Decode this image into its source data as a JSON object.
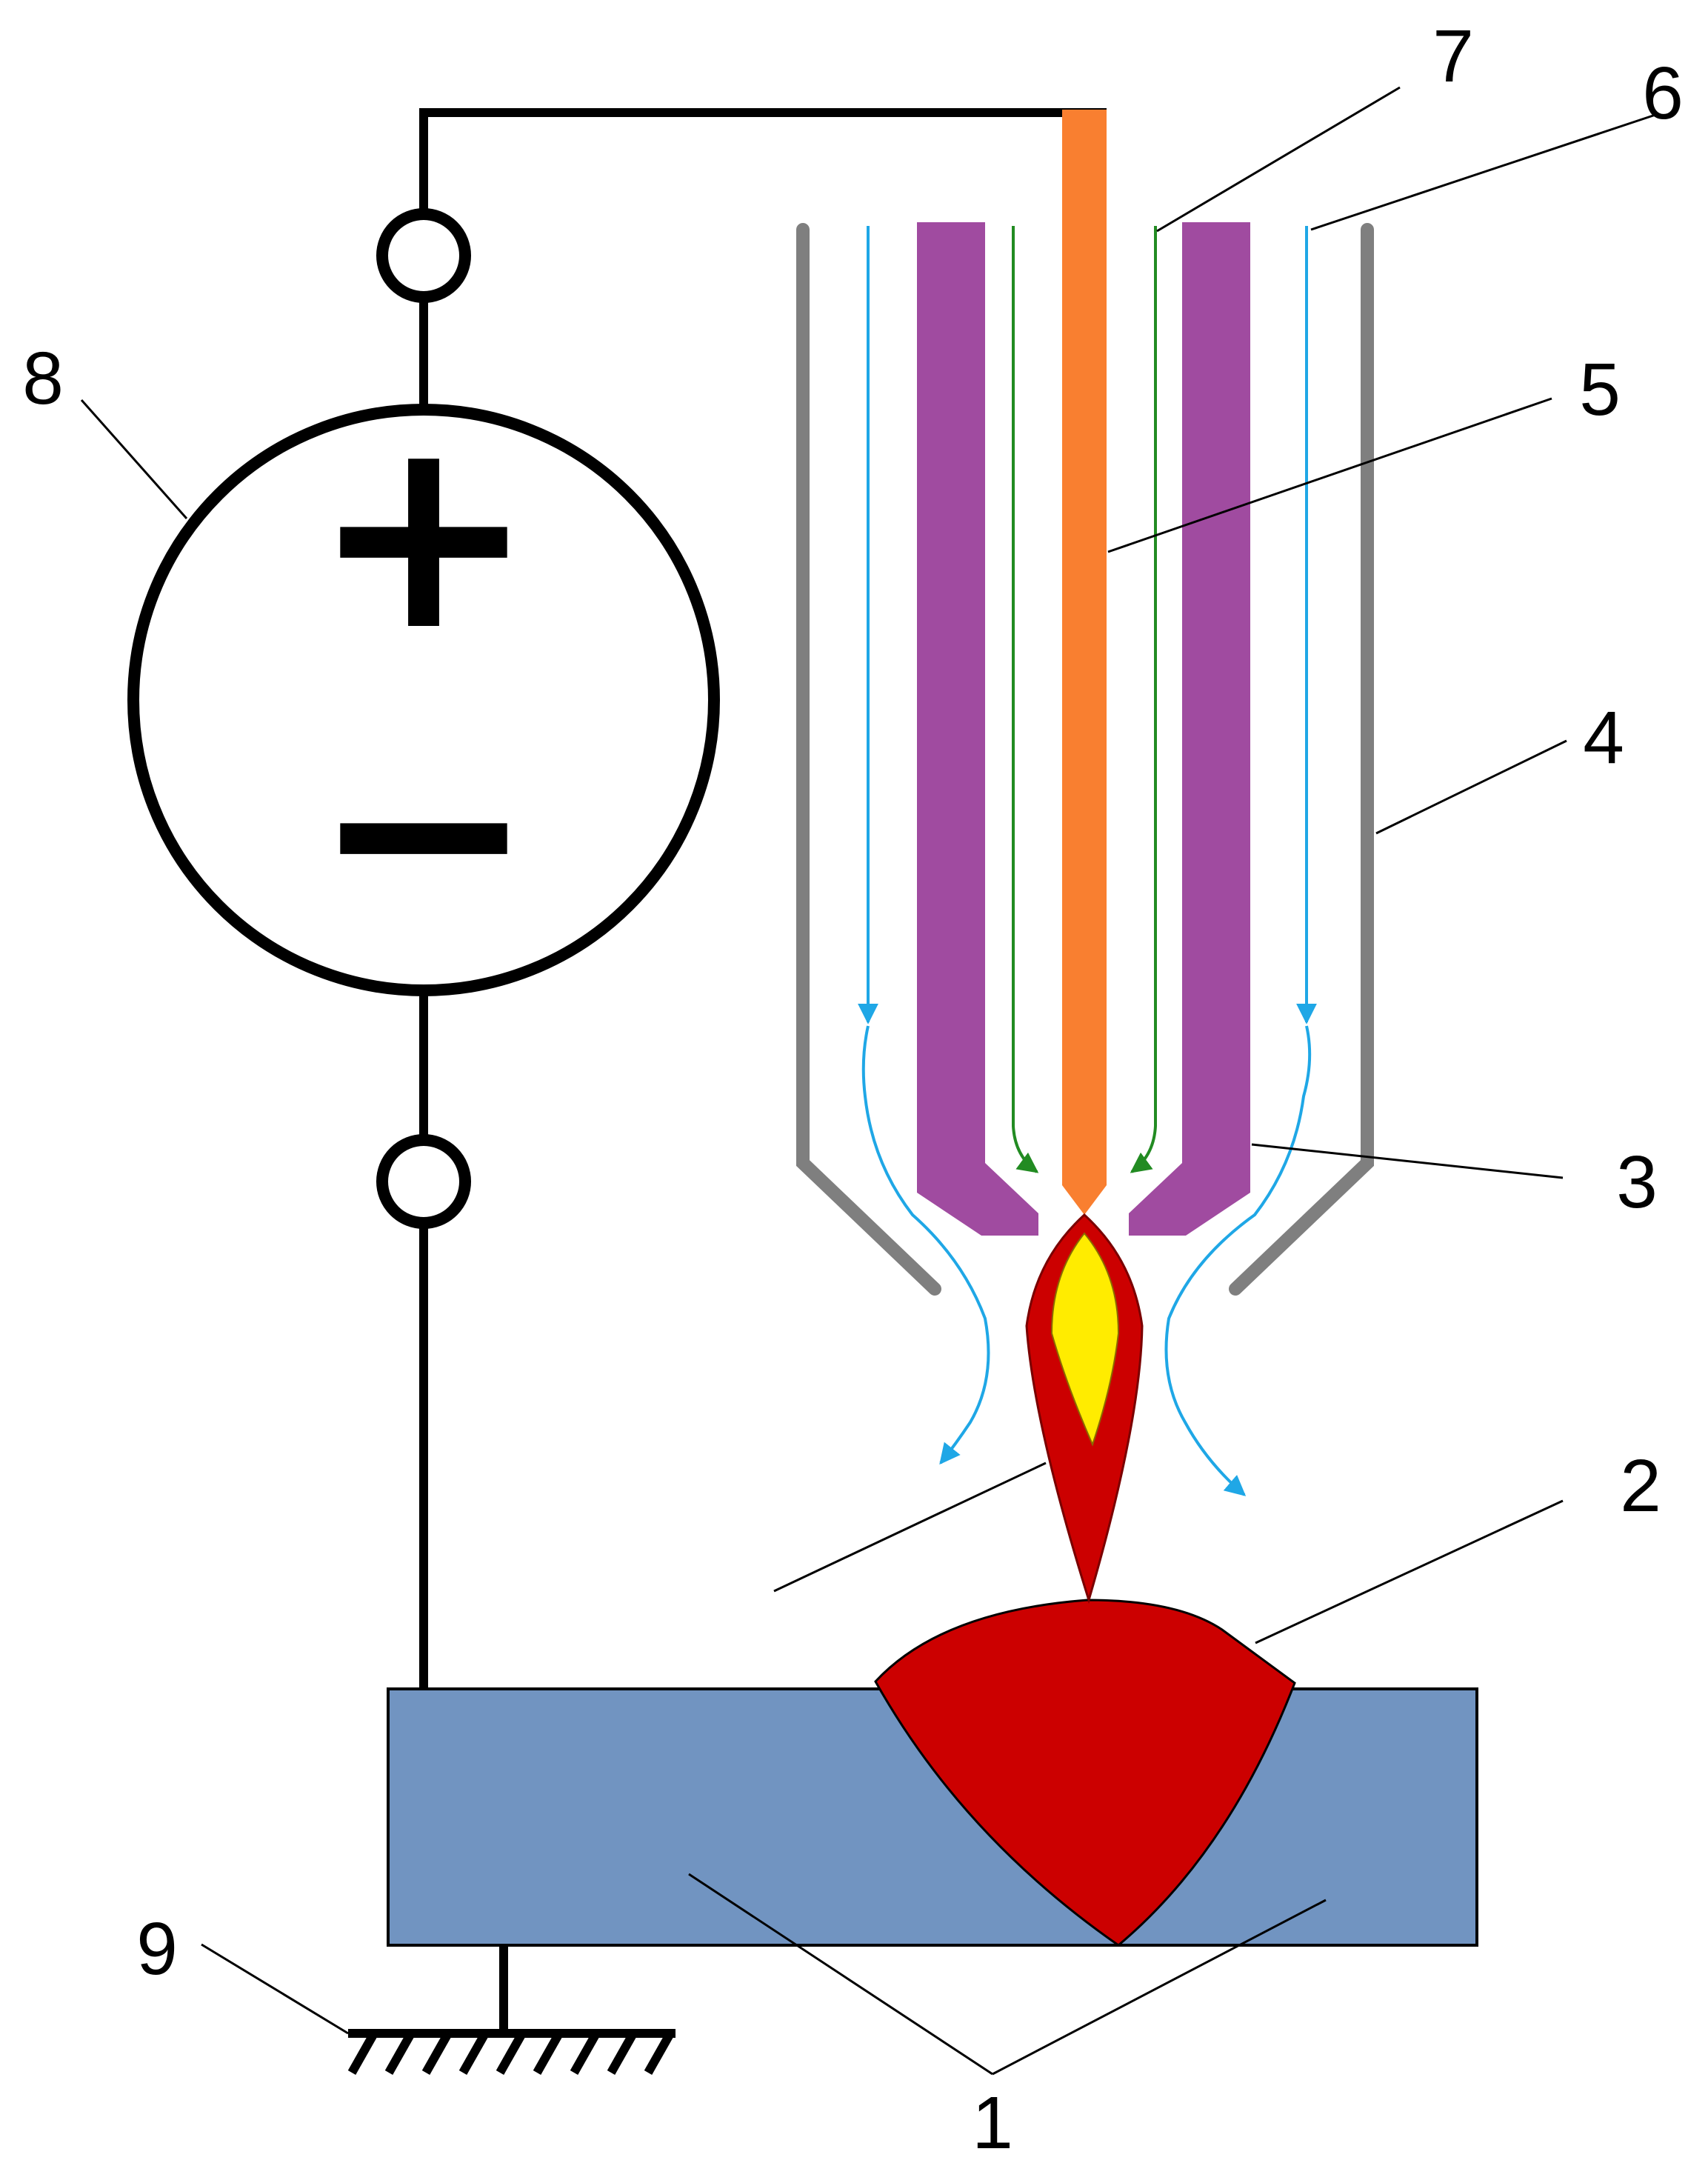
{
  "diagram": {
    "labels": {
      "base_metal": "1",
      "weld_pool": "2",
      "inner_nozzle": "3",
      "outer_nozzle": "4",
      "electrode": "5",
      "outer_gas_flow": "6",
      "inner_gas_flow": "7",
      "power_source": "8",
      "ground": "9"
    },
    "power_source_symbols": {
      "positive": "+",
      "negative": "−"
    },
    "colors": {
      "electrode": "#F97F30",
      "inner_nozzle": "#A04BA0",
      "outer_nozzle": "#7F7F7F",
      "outer_gas_flow": "#1FA7E6",
      "inner_gas_flow": "#228B22",
      "arc_outer": "#CC0000",
      "arc_core": "#FFEC00",
      "weld_pool": "#CC0000",
      "base_metal": "#7194C1",
      "wiring": "#000000"
    }
  }
}
